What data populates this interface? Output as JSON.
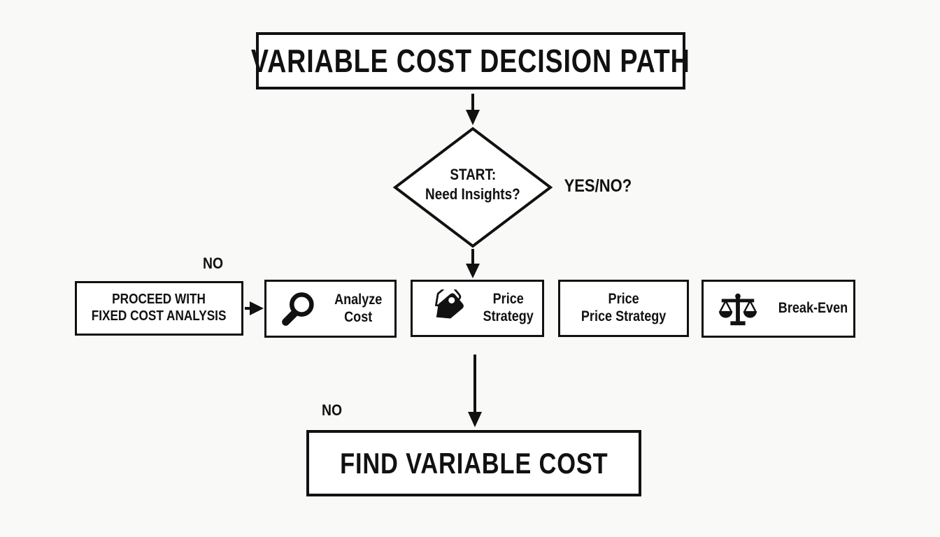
{
  "colors": {
    "background": "#f9f9f8",
    "ink": "#111111",
    "node_fill": "#ffffff"
  },
  "title": {
    "label": "VARIABLE COST DECISION PATH"
  },
  "decision": {
    "line1": "START:",
    "line2": "Need Insights?",
    "side_label": "YES/NO?"
  },
  "labels": {
    "no_top": "NO",
    "no_bottom": "NO"
  },
  "row": [
    {
      "id": "proceed-fixed-cost",
      "icon": null,
      "lines": [
        "PROCEED WITH",
        "FIXED COST ANALYSIS"
      ]
    },
    {
      "id": "analyze-cost",
      "icon": "magnifier-icon",
      "lines": [
        "Analyze",
        "Cost"
      ]
    },
    {
      "id": "price-strategy",
      "icon": "price-tag-icon",
      "lines": [
        "Price",
        "Strategy"
      ]
    },
    {
      "id": "price-price-strategy",
      "icon": null,
      "lines": [
        "Price",
        "Price Strategy"
      ]
    },
    {
      "id": "break-even",
      "icon": "balance-scale-icon",
      "lines": [
        "Break-Even"
      ]
    }
  ],
  "end": {
    "label": "FIND VARIABLE COST"
  }
}
